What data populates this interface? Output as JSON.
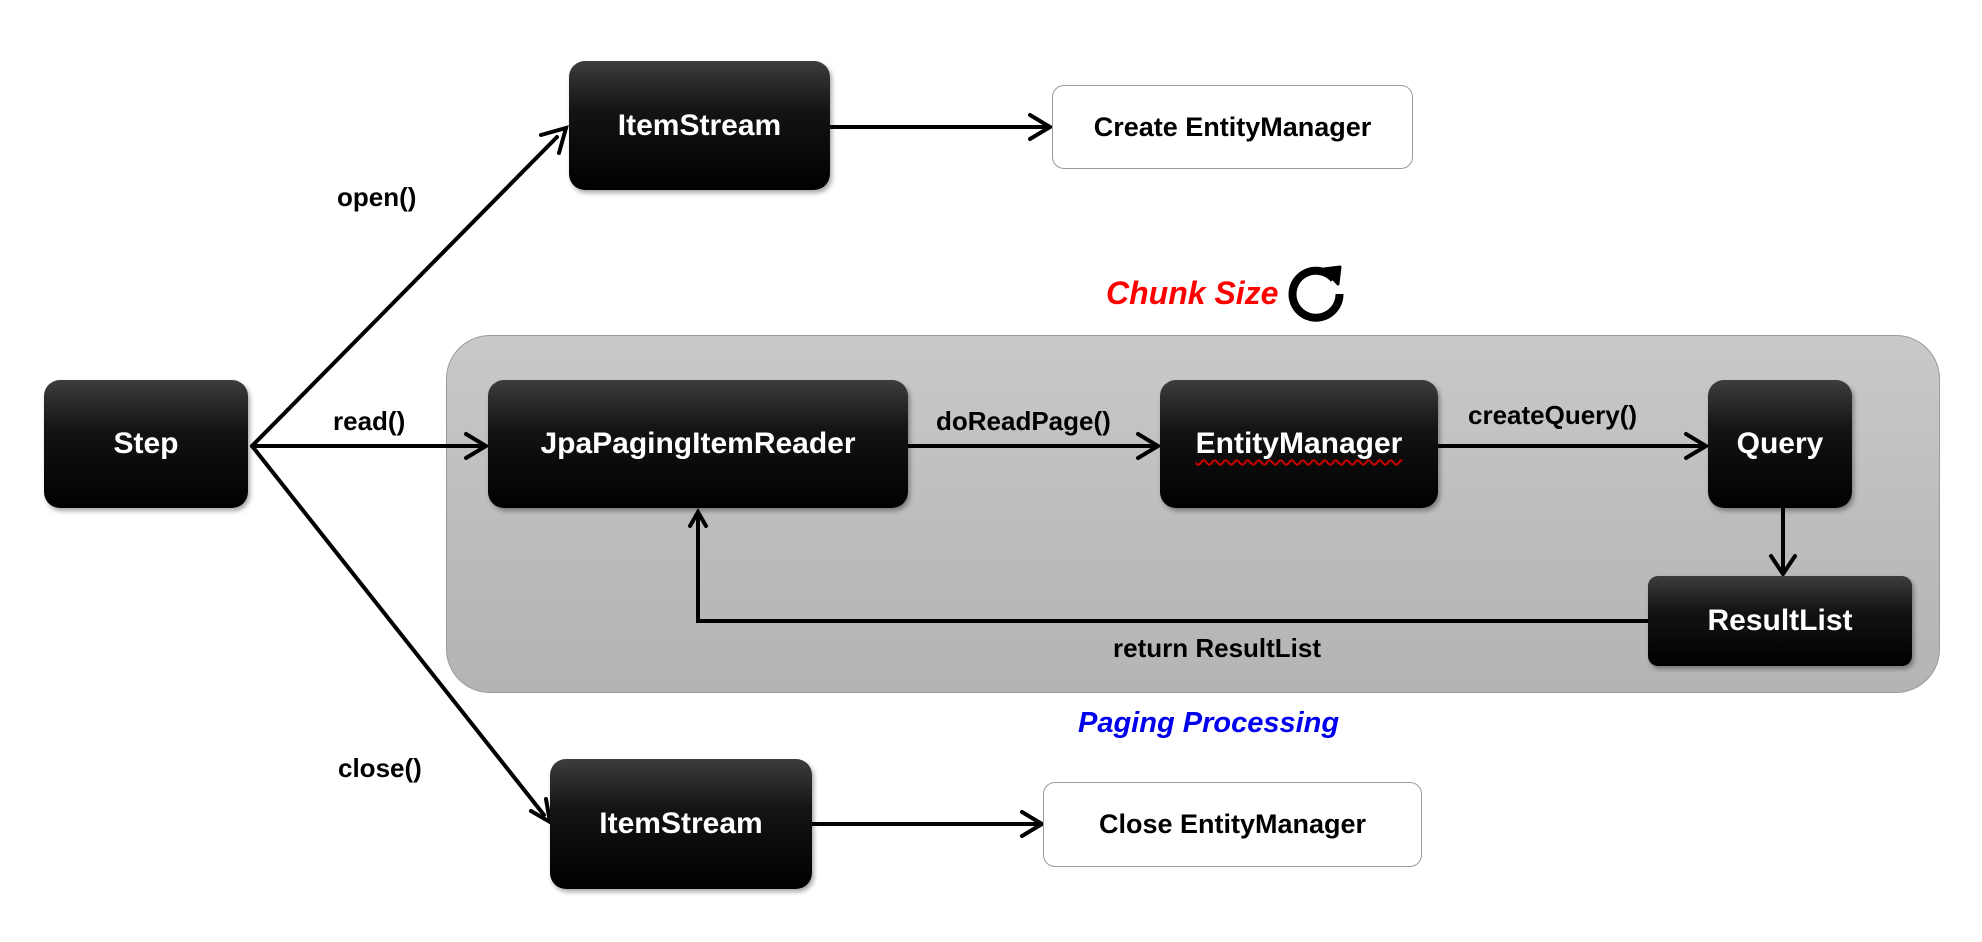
{
  "nodes": {
    "step": "Step",
    "itemstream_open": "ItemStream",
    "create_em": "Create EntityManager",
    "jpa_reader": "JpaPagingItemReader",
    "entity_manager": "EntityManager",
    "query": "Query",
    "result_list": "ResultList",
    "itemstream_close": "ItemStream",
    "close_em": "Close EntityManager"
  },
  "edge_labels": {
    "open": "open()",
    "read": "read()",
    "close": "close()",
    "do_read_page": "doReadPage()",
    "create_query": "createQuery()",
    "return_result": "return ResultList"
  },
  "annotations": {
    "chunk_size": "Chunk Size",
    "paging_processing": "Paging Processing",
    "loop_icon": "refresh-icon"
  },
  "colors": {
    "chunk_size": "#ff0000",
    "paging_processing": "#0000ee",
    "node_fill": "#000000",
    "panel_fill": "#bdbdbd"
  }
}
